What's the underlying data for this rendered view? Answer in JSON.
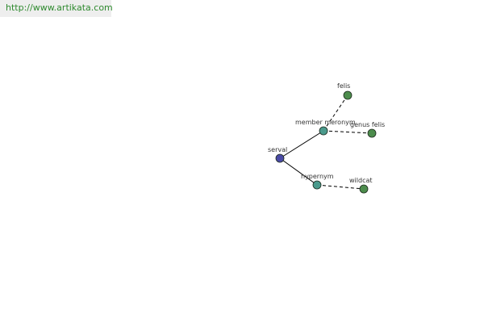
{
  "url_bar": {
    "text": "http://www.artikata.com"
  },
  "colors": {
    "root_node": "#4a4aa6",
    "relation_node": "#4a9a8c",
    "leaf_node": "#4c8c4c",
    "edge": "#000000",
    "url_text": "#2f8a2f"
  },
  "graph": {
    "nodes": [
      {
        "id": "serval",
        "label": "serval",
        "kind": "root"
      },
      {
        "id": "member_meronym",
        "label": "member meronym",
        "kind": "relation"
      },
      {
        "id": "hypernym",
        "label": "hypernym",
        "kind": "relation"
      },
      {
        "id": "felis",
        "label": "felis",
        "kind": "leaf"
      },
      {
        "id": "genus_felis",
        "label": "genus felis",
        "kind": "leaf"
      },
      {
        "id": "wildcat",
        "label": "wildcat",
        "kind": "leaf"
      }
    ],
    "edges": [
      {
        "from": "serval",
        "to": "member_meronym",
        "style": "solid"
      },
      {
        "from": "serval",
        "to": "hypernym",
        "style": "solid"
      },
      {
        "from": "member_meronym",
        "to": "felis",
        "style": "dashed"
      },
      {
        "from": "member_meronym",
        "to": "genus_felis",
        "style": "dashed"
      },
      {
        "from": "hypernym",
        "to": "wildcat",
        "style": "dashed"
      }
    ]
  }
}
